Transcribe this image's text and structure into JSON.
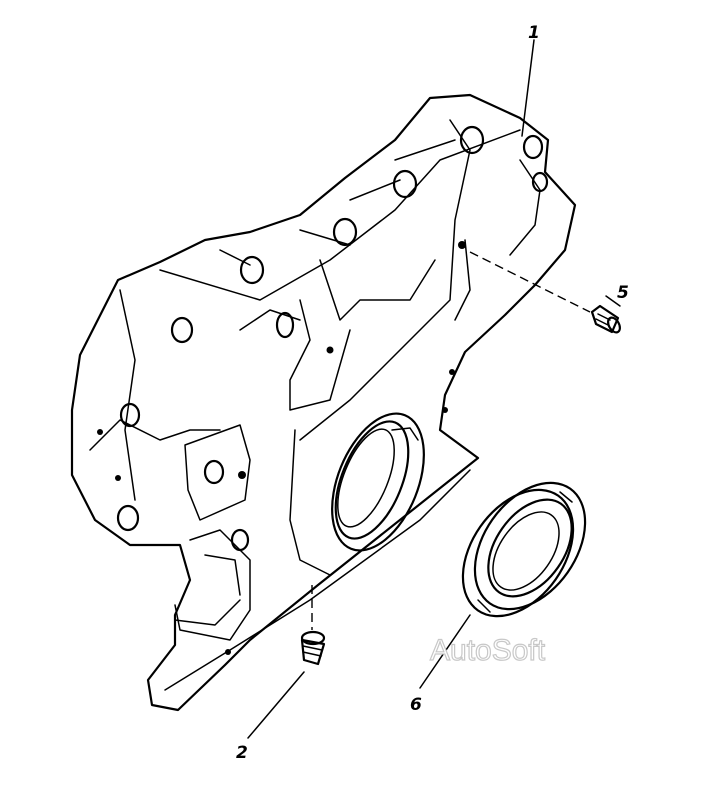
{
  "diagram": {
    "callouts": [
      {
        "id": "1",
        "label": "1"
      },
      {
        "id": "5",
        "label": "5"
      },
      {
        "id": "2",
        "label": "2"
      },
      {
        "id": "6",
        "label": "6"
      }
    ],
    "watermark": "AutoSoft",
    "colors": {
      "ink": "#000000",
      "paper": "#ffffff",
      "watermark": "#c8c8c8"
    }
  }
}
